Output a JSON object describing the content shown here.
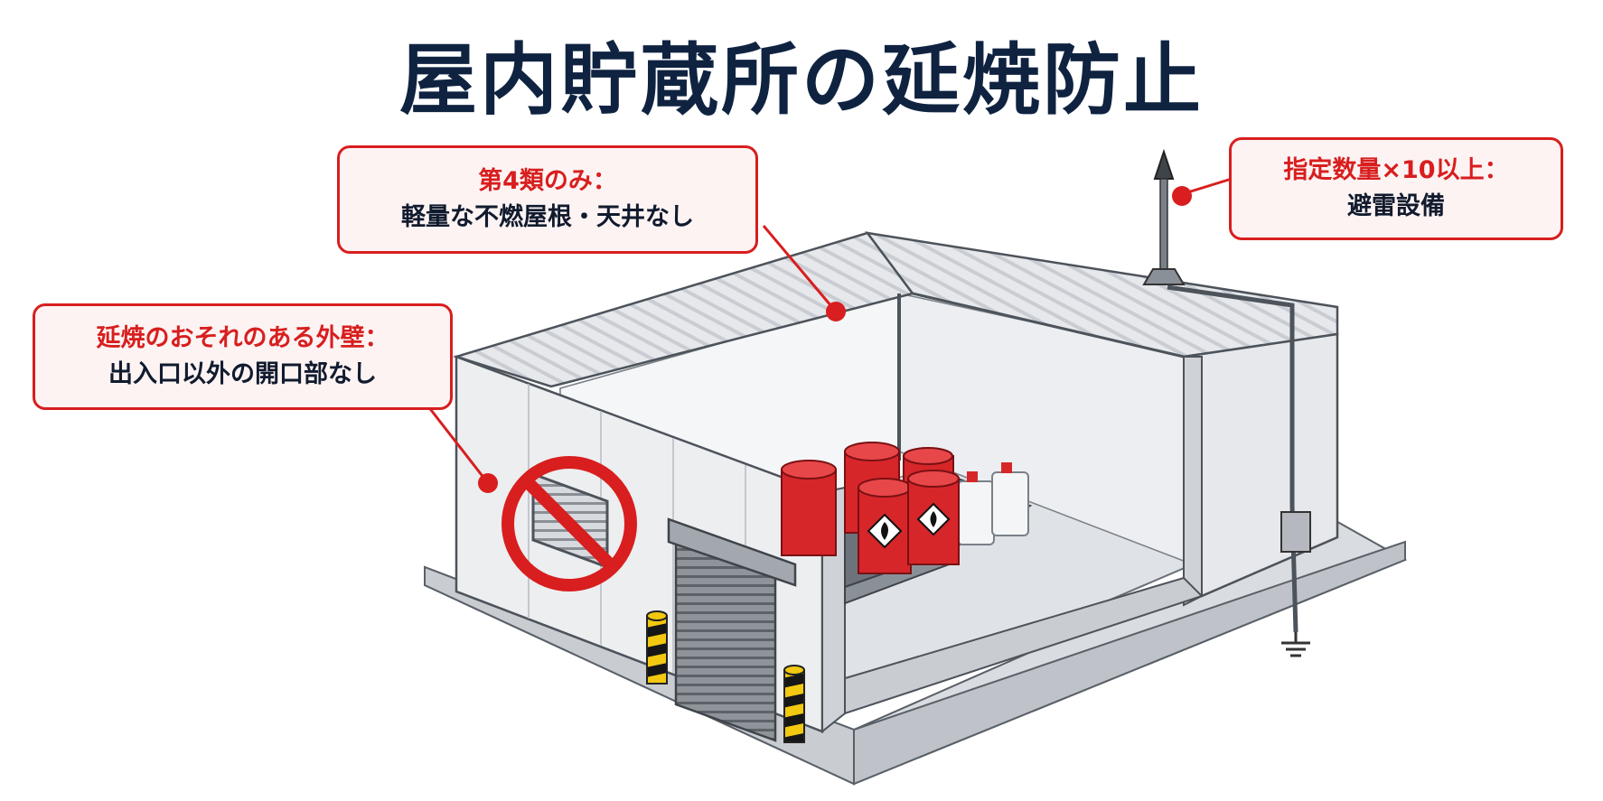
{
  "title": "屋内貯蔵所の延焼防止",
  "callouts": {
    "roof": {
      "heading": "第4類のみ：",
      "text": "軽量な不燃屋根・天井なし"
    },
    "wall": {
      "heading": "延焼のおそれのある外壁：",
      "text": "出入口以外の開口部なし"
    },
    "lightning": {
      "heading": "指定数量×10以上：",
      "text": "避雷設備"
    }
  },
  "colors": {
    "title": "#0f2341",
    "accent_red": "#d81e1e",
    "callout_bg": "#fdf3f3",
    "barrel_red": "#d6262a"
  },
  "icons": [
    "no-entry-icon",
    "flammable-hazard-icon",
    "ground-symbol-icon",
    "lightning-rod-icon"
  ]
}
